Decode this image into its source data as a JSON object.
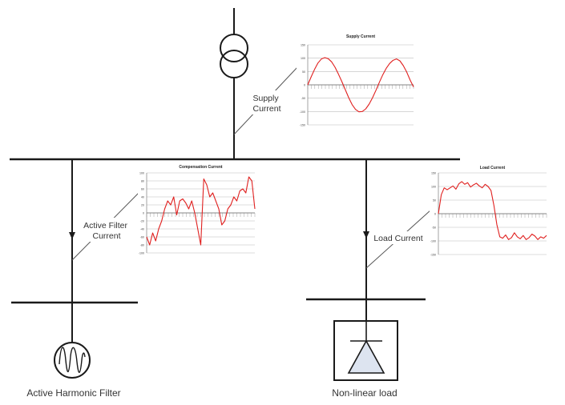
{
  "labels": {
    "supply_current": [
      "Supply",
      "Current"
    ],
    "active_filter_current": [
      "Active Filter",
      "Current"
    ],
    "load_current": "Load Current",
    "active_harmonic_filter": "Active Harmonic Filter",
    "non_linear_load": "Non-linear load"
  },
  "colors": {
    "line": "#1a1a1a",
    "trace": "#e0201f",
    "grid": "#bdbdbd",
    "diode_fill": "#dde4f0"
  },
  "icons": {
    "transformer": "transformer-icon",
    "filter": "filter-waveform-icon",
    "load": "diode-load-icon"
  },
  "chart_data": [
    {
      "type": "line",
      "title": "Supply Current",
      "ylim": [
        -150,
        150
      ],
      "yticks": [
        150,
        100,
        50,
        0,
        -50,
        -100,
        -150
      ],
      "series": [
        {
          "values": [
            0,
            30,
            58,
            82,
            97,
            102,
            98,
            86,
            66,
            40,
            12,
            -18,
            -48,
            -74,
            -92,
            -101,
            -100,
            -90,
            -72,
            -48,
            -20,
            10,
            38,
            62,
            80,
            92,
            97,
            90,
            72,
            48,
            18,
            -8
          ]
        }
      ]
    },
    {
      "type": "line",
      "title": "Compensation Current",
      "ylim": [
        -100,
        100
      ],
      "yticks": [
        100,
        80,
        60,
        40,
        20,
        0,
        -20,
        -40,
        -60,
        -80,
        -100
      ],
      "series": [
        {
          "values": [
            -60,
            -80,
            -50,
            -70,
            -40,
            -20,
            10,
            30,
            20,
            40,
            -5,
            30,
            35,
            25,
            10,
            30,
            0,
            -40,
            -80,
            85,
            70,
            40,
            50,
            30,
            10,
            -30,
            -20,
            10,
            20,
            40,
            30,
            55,
            60,
            50,
            90,
            80,
            10
          ]
        }
      ]
    },
    {
      "type": "line",
      "title": "Load Current",
      "ylim": [
        -150,
        150
      ],
      "yticks": [
        150,
        100,
        50,
        0,
        -50,
        -100,
        -150
      ],
      "series": [
        {
          "values": [
            0,
            70,
            95,
            88,
            95,
            102,
            90,
            110,
            118,
            108,
            114,
            98,
            106,
            112,
            102,
            95,
            108,
            100,
            85,
            30,
            -40,
            -85,
            -90,
            -78,
            -95,
            -88,
            -70,
            -85,
            -92,
            -80,
            -95,
            -88,
            -75,
            -82,
            -95,
            -85,
            -90,
            -80
          ]
        }
      ]
    }
  ]
}
